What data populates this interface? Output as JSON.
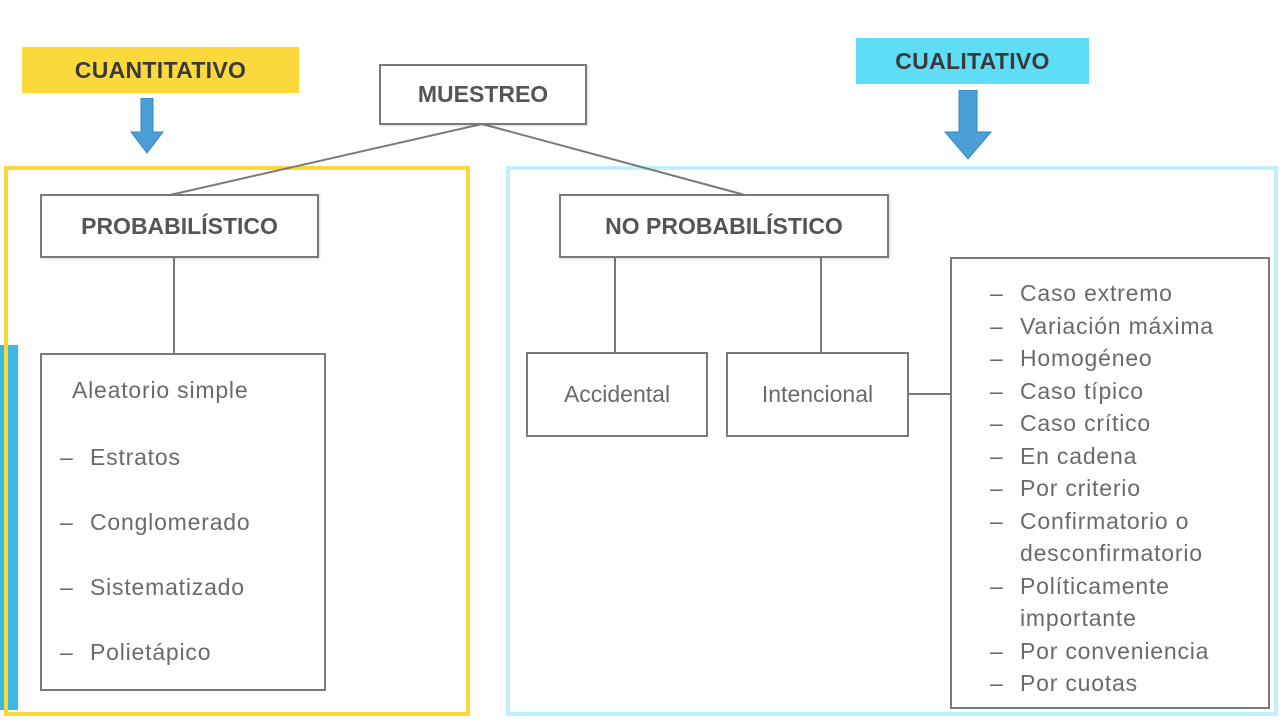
{
  "labels": {
    "cuantitativo": "CUANTITATIVO",
    "cualitativo": "CUALITATIVO"
  },
  "nodes": {
    "muestreo": "MUESTREO",
    "probabilistico": "PROBABILÍSTICO",
    "no_probabilistico": "NO PROBABILÍSTICO",
    "accidental": "Accidental",
    "intencional": "Intencional"
  },
  "probabilistic_list": {
    "header": "Aleatorio simple",
    "items": [
      "Estratos",
      "Conglomerado",
      "Sistematizado",
      "Polietápico"
    ]
  },
  "intentional_types": [
    "Caso extremo",
    "Variación máxima",
    "Homogéneo",
    "Caso típico",
    "Caso crítico",
    "En cadena",
    "Por criterio",
    "Confirmatorio o desconfirmatorio",
    "Políticamente importante",
    "Por conveniencia",
    "Por cuotas"
  ],
  "colors": {
    "yellow": "#fcd93a",
    "cyan": "#5fdcf6",
    "cyan_border": "#bff0fb",
    "arrow_blue": "#4a9fd8",
    "accent_bar": "#3bb8e6"
  }
}
